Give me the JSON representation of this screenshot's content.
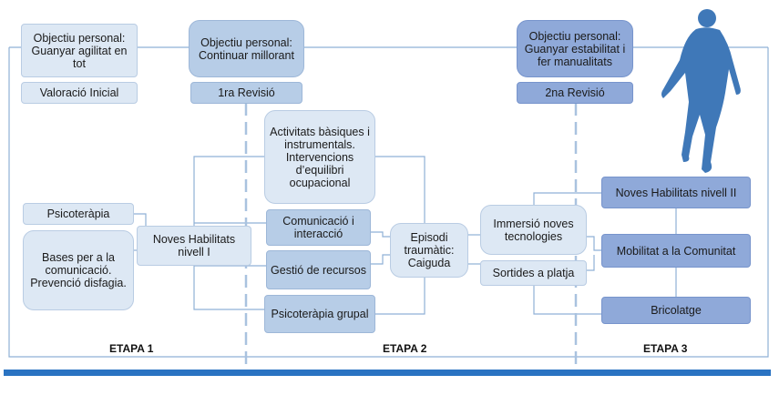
{
  "boxes": {
    "objective1": "Objectiu personal: Guanyar agilitat en tot",
    "initial_assessment": "Valoració Inicial",
    "objective2": "Objectiu personal: Continuar millorant",
    "revision1": "1ra Revisió",
    "objective3": "Objectiu personal: Guanyar estabilitat i fer manualitats",
    "revision2": "2na Revisió",
    "activities": "Activitats bàsiques i instrumentals. Intervencions d’equilibri ocupacional",
    "psychotherapy": "Psicoteràpia",
    "communication_bases": "Bases per a la comunicació. Prevenció disfagia.",
    "new_skills_1": "Noves Habilitats nivell I",
    "communication": "Comunicació i interacció",
    "resource_mgmt": "Gestió de recursos",
    "group_therapy": "Psicoteràpia grupal",
    "traumatic_episode": "Episodi traumàtic: Caiguda",
    "new_tech": "Immersió noves tecnologies",
    "beach_trips": "Sortides a platja",
    "new_skills_2": "Noves Habilitats nivell II",
    "community_mobility": "Mobilitat a la Comunitat",
    "diy": "Bricolatge"
  },
  "stages": {
    "stage1": "ETAPA 1",
    "stage2": "ETAPA 2",
    "stage3": "ETAPA 3"
  },
  "colors": {
    "light": "#dde8f4",
    "medium": "#b7cde7",
    "dark": "#8fa9d9",
    "line": "#8fb0d6",
    "silhouette": "#3f78b8",
    "bar": "#2a73c2"
  }
}
